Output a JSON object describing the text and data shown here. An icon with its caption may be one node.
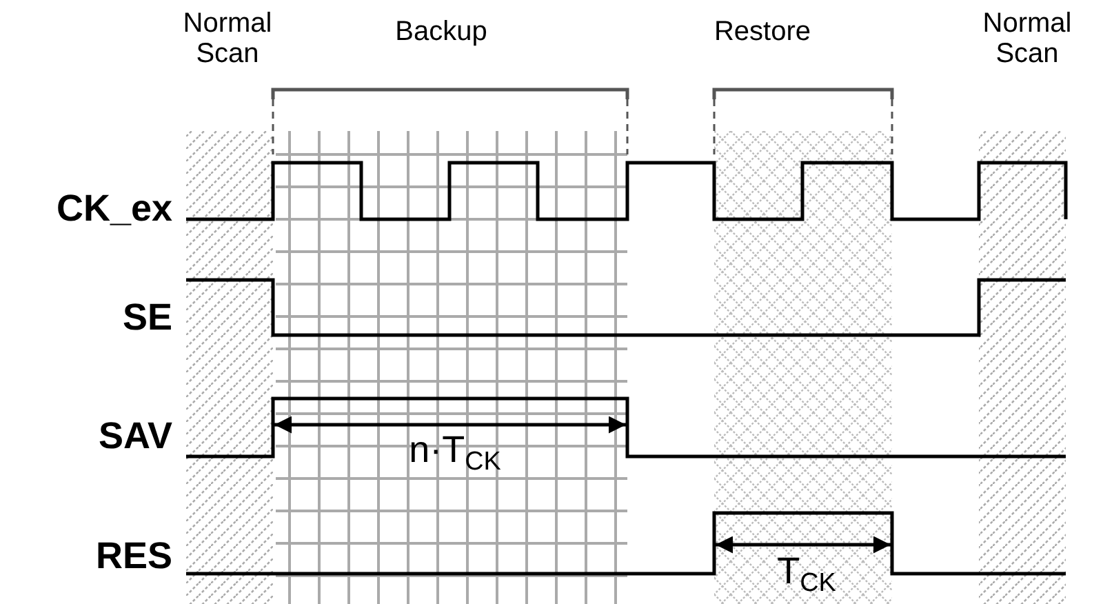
{
  "diagram": {
    "labels": [
      "Normal Scan",
      "Backup",
      "Restore",
      "Normal Scan",
      "CK_ex",
      "SE",
      "SAV",
      "n·T$_{CK}$",
      "RES",
      "T$_{CK}$"
    ]
  }
}
